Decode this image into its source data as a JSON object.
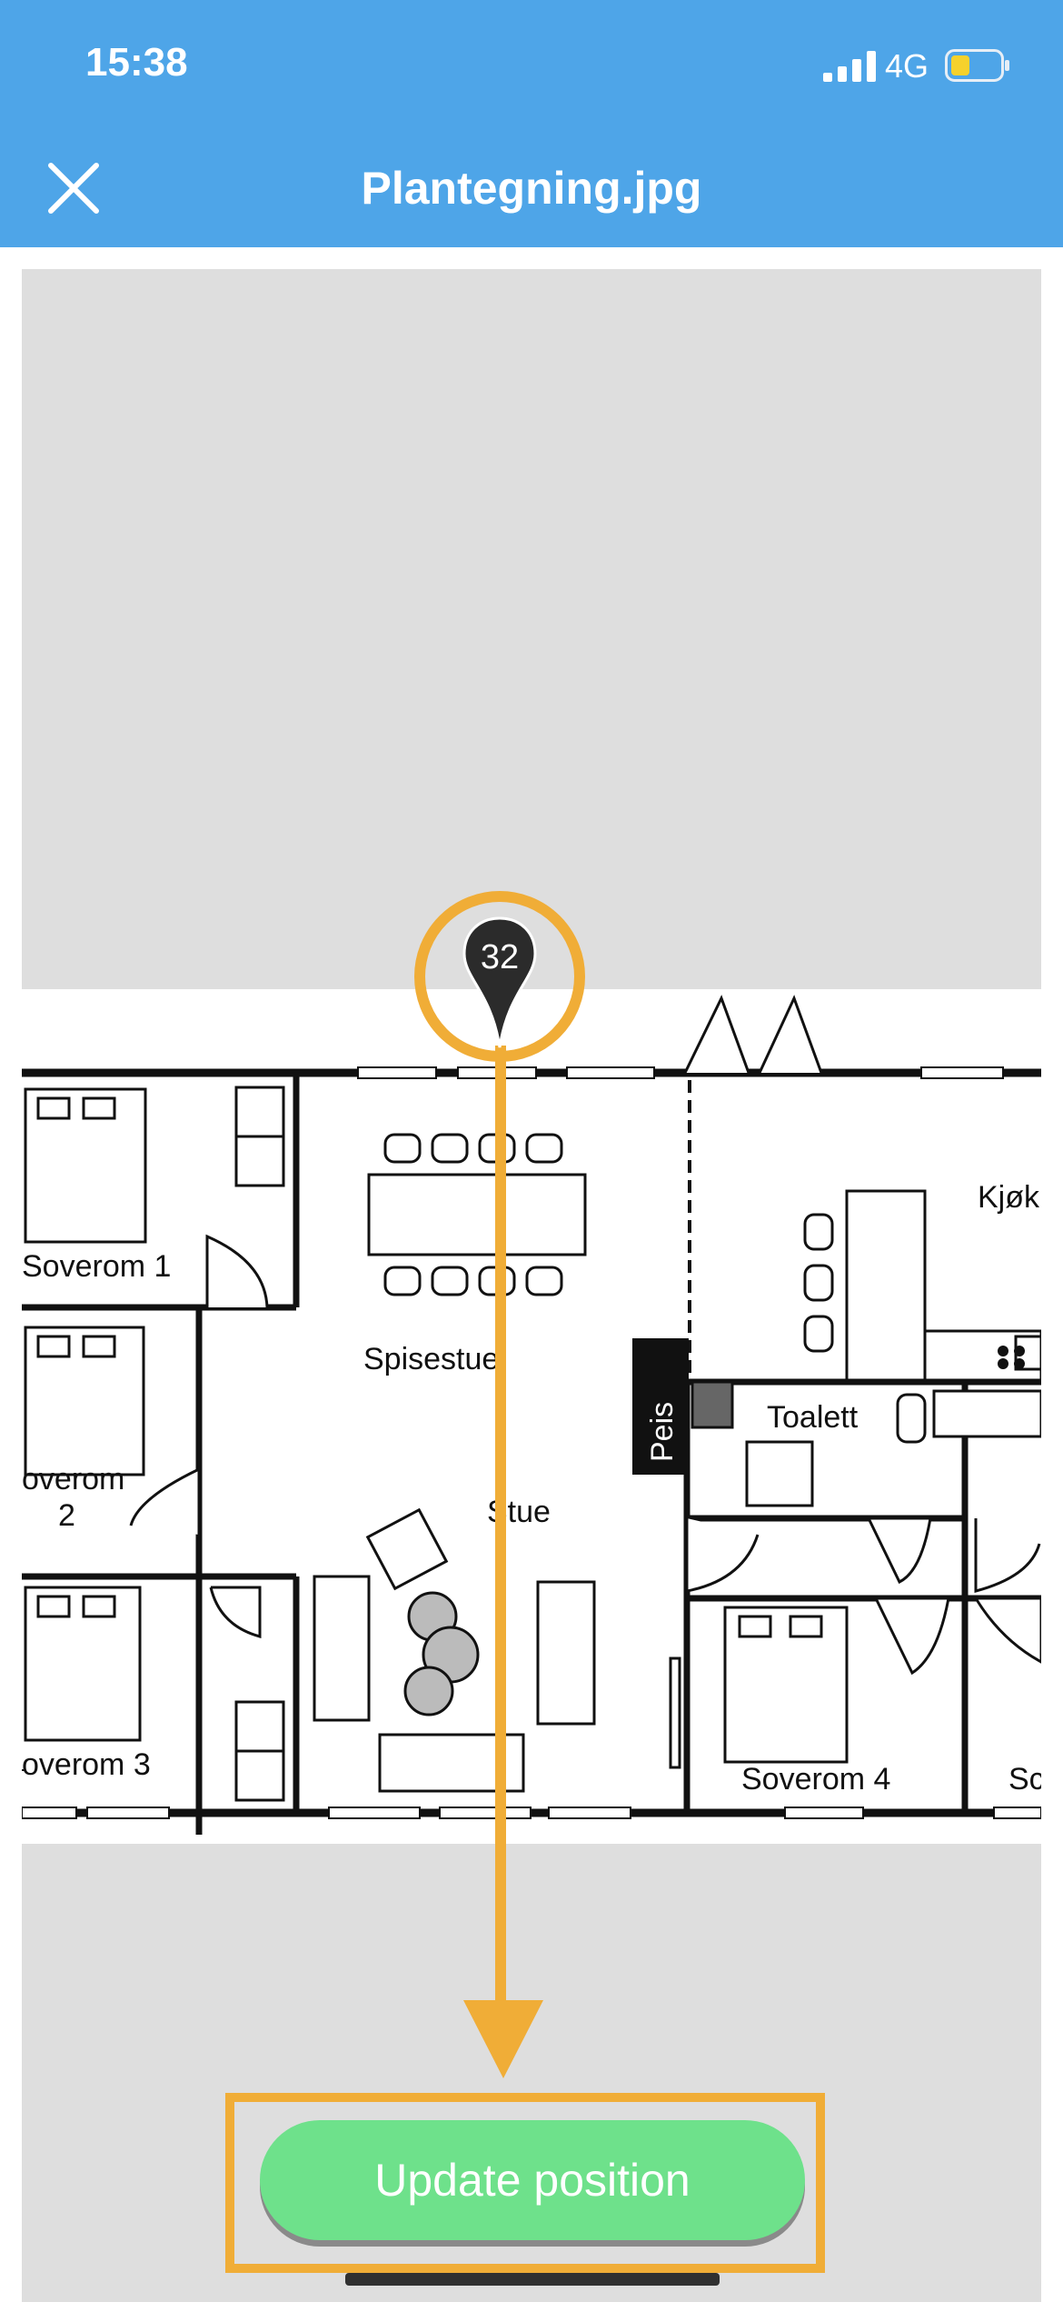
{
  "status_bar": {
    "time": "15:38",
    "network": "4G",
    "icons": [
      "signal-icon",
      "battery-icon"
    ]
  },
  "header": {
    "title": "Plantegning.jpg",
    "close_icon": "close-icon",
    "background_color": "#4ea5e8"
  },
  "floorplan": {
    "rooms": {
      "soverom1": "Soverom 1",
      "soverom2_line1": "overom",
      "soverom2_line2": "2",
      "soverom3": "overom 3",
      "spisestue": "Spisestue",
      "stue": "Stue",
      "peis": "Peis",
      "toalett": "Toalett",
      "soverom4": "Soverom 4",
      "kjokken": "Kjøk",
      "partial": "Sc"
    }
  },
  "pin": {
    "number": "32"
  },
  "action": {
    "update_label": "Update position",
    "button_color": "#6ee18b",
    "highlight_color": "#f0ad37"
  }
}
